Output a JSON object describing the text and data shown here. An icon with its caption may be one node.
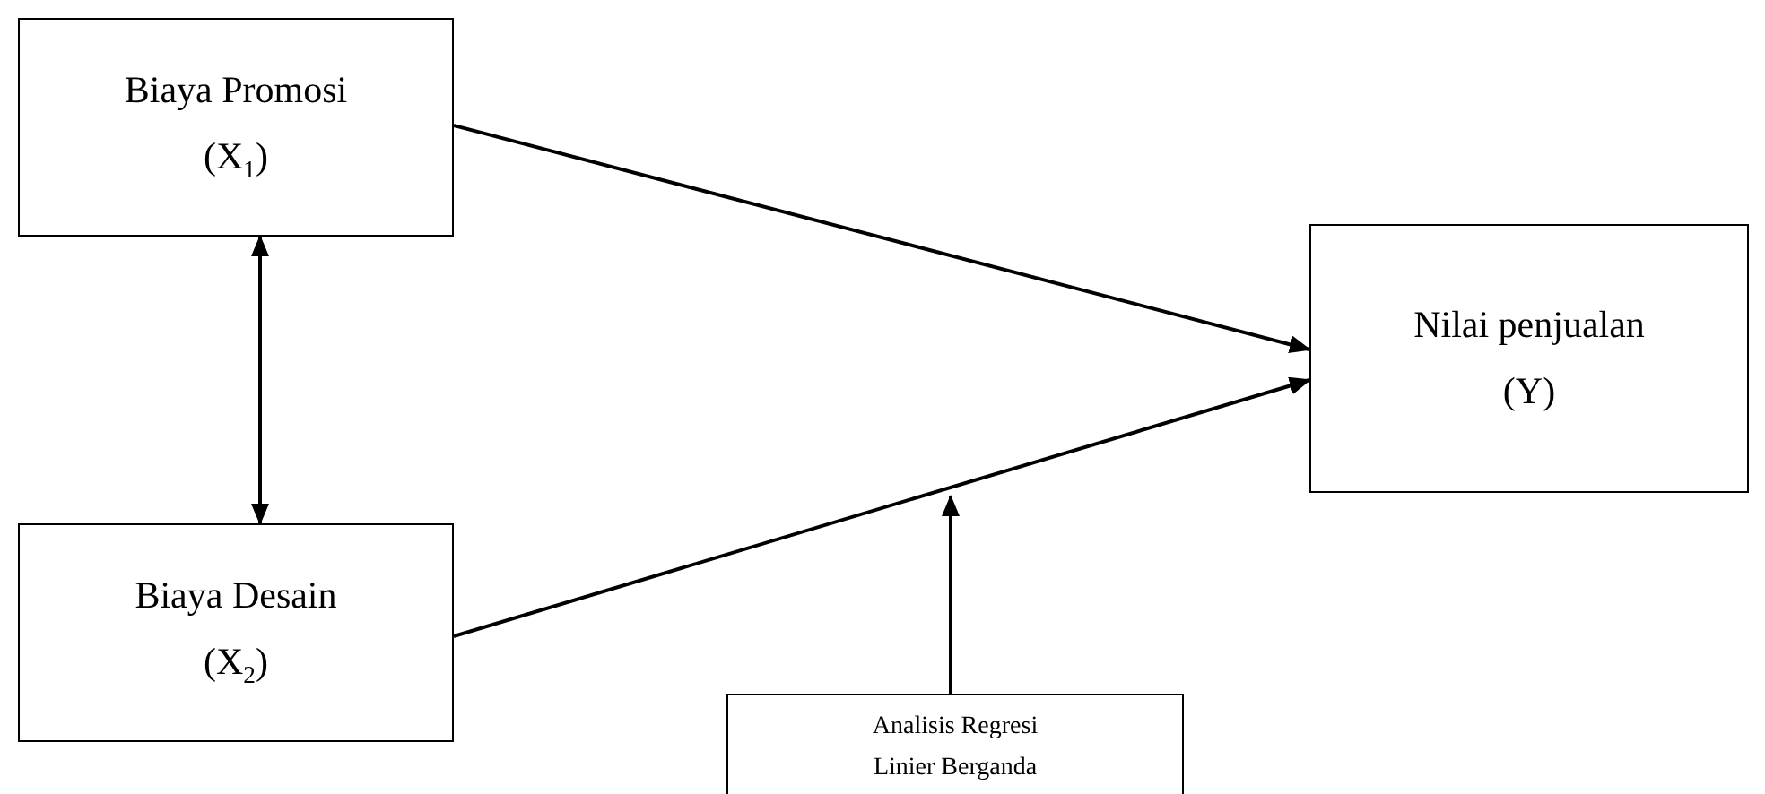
{
  "diagram": {
    "nodes": [
      {
        "text": [
          "Biaya Promosi",
          "(X$_{1}$)"
        ]
      },
      {
        "text": [
          "Biaya Desain",
          "(X$_{2}$)"
        ]
      },
      {
        "text": [
          "Nilai penjualan",
          "(Y)"
        ]
      },
      {
        "text": [
          "Analisis Regresi",
          "Linier Berganda"
        ]
      }
    ],
    "edges": [
      {
        "from": 0,
        "to": 2,
        "arrow": "to"
      },
      {
        "from": 1,
        "to": 2,
        "arrow": "to"
      },
      {
        "from": 0,
        "to": 1,
        "arrow": "both"
      },
      {
        "from": 3,
        "to": null,
        "arrow": "to"
      }
    ]
  }
}
